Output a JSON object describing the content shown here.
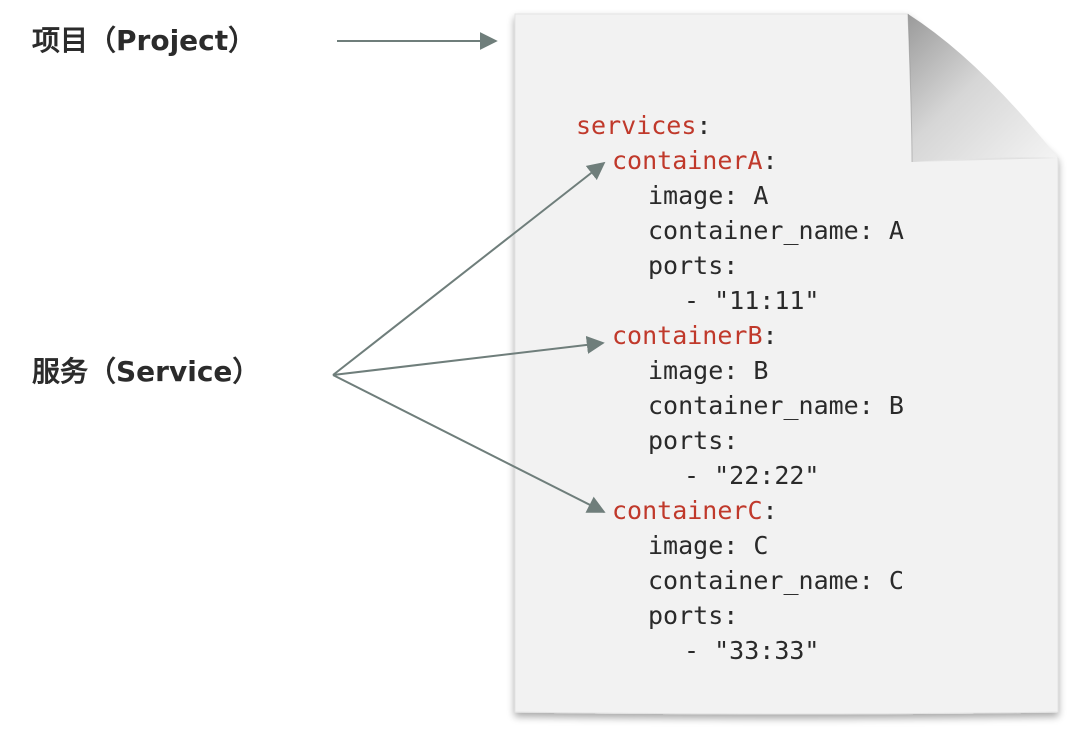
{
  "labels": {
    "project": "项目（Project）",
    "service": "服务（Service）"
  },
  "yaml": {
    "root_key": "services",
    "services": [
      {
        "name": "containerA",
        "image_key": "image",
        "image": "A",
        "container_name_key": "container_name",
        "container_name": "A",
        "ports_key": "ports",
        "port": "\"11:11\""
      },
      {
        "name": "containerB",
        "image_key": "image",
        "image": "B",
        "container_name_key": "container_name",
        "container_name": "B",
        "ports_key": "ports",
        "port": "\"22:22\""
      },
      {
        "name": "containerC",
        "image_key": "image",
        "image": "C",
        "container_name_key": "container_name",
        "container_name": "C",
        "ports_key": "ports",
        "port": "\"33:33\""
      }
    ]
  },
  "colors": {
    "key_highlight": "#c0392b",
    "arrow": "#6f7e7b",
    "paper": "#f2f2f2",
    "text": "#2a2a2a"
  }
}
